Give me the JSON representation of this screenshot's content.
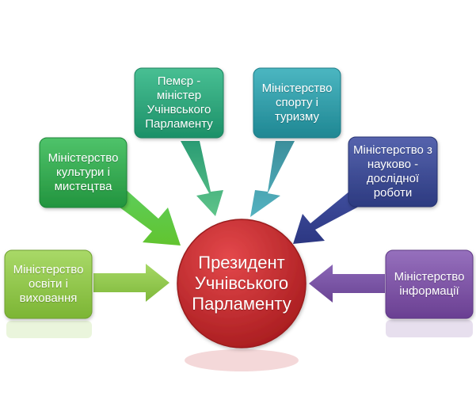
{
  "center": {
    "lines": [
      "Президент",
      "Учнівського",
      "Парламенту"
    ],
    "color": "#c0282b"
  },
  "nodes": [
    {
      "id": "education",
      "lines": [
        "Міністерство",
        "освіти і",
        "виховання"
      ],
      "color": "#8cc63f"
    },
    {
      "id": "culture",
      "lines": [
        "Міністерство",
        "культури і",
        "мистецтва"
      ],
      "color": "#2fa84f"
    },
    {
      "id": "premier",
      "lines": [
        "Пемєр -",
        "міністер",
        "Учінвського",
        "Парламенту"
      ],
      "color": "#27a47a"
    },
    {
      "id": "sport",
      "lines": [
        "Міністерство",
        "спорту і",
        "туризму"
      ],
      "color": "#2b9aa6"
    },
    {
      "id": "science",
      "lines": [
        "Міністерство з",
        "науково -",
        "дослідної",
        "роботи"
      ],
      "color": "#37468f"
    },
    {
      "id": "information",
      "lines": [
        "Міністерство",
        "інформації"
      ],
      "color": "#7b4fa2"
    }
  ]
}
